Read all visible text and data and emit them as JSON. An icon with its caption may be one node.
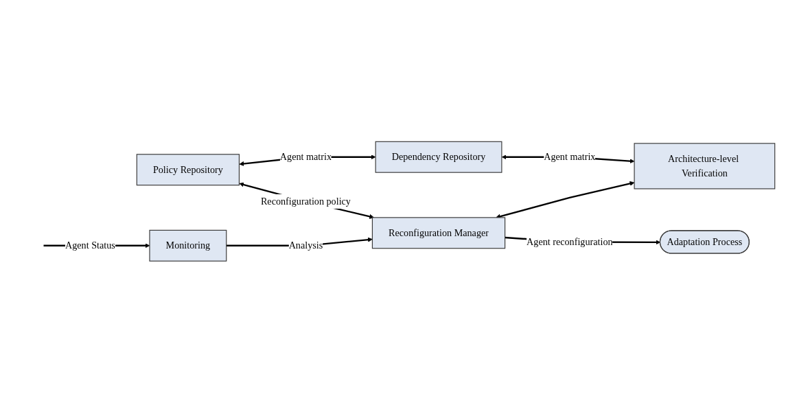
{
  "diagram": {
    "nodes": [
      {
        "text": [
          "Policy Repository"
        ]
      },
      {
        "text": [
          "Dependency Repository"
        ]
      },
      {
        "text": [
          "Monitoring"
        ]
      },
      {
        "text": [
          "Reconfiguration Manager"
        ]
      },
      {
        "text": [
          "Architecture-level Verification"
        ]
      },
      {
        "text": [
          "Adaptation Process"
        ]
      }
    ],
    "edges": [
      {
        "from": 0,
        "to": 1,
        "arrow": "both",
        "label": "Agent matrix"
      },
      {
        "from": 0,
        "to": 3,
        "arrow": "both",
        "label": "Reconfiguration policy"
      },
      {
        "from": 1,
        "to": 4,
        "arrow": "both",
        "label": "Agent matrix"
      },
      {
        "from": null,
        "to": 2,
        "arrow": "to",
        "label": "Agent Status"
      },
      {
        "from": 2,
        "to": 3,
        "arrow": "to",
        "label": "Analysis"
      },
      {
        "from": 3,
        "to": 4,
        "arrow": "both"
      },
      {
        "from": 3,
        "to": 5,
        "arrow": "to",
        "label": "Agent reconfiguration"
      }
    ]
  }
}
